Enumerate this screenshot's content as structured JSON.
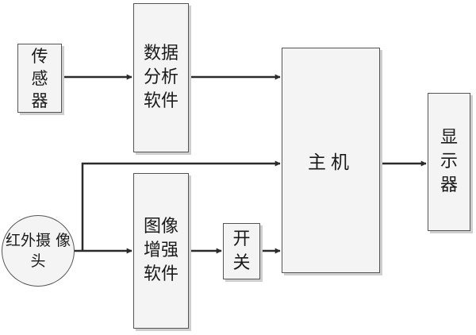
{
  "diagram": {
    "nodes": {
      "sensor": {
        "lines": [
          "传",
          "感",
          "器"
        ]
      },
      "data_analysis": {
        "lines": [
          "数据",
          "分析",
          "软件"
        ]
      },
      "host": {
        "label": "主机"
      },
      "display": {
        "lines": [
          "显",
          "示",
          "器"
        ]
      },
      "ir_camera": {
        "lines": [
          "红外摄",
          "像头"
        ]
      },
      "image_enhance": {
        "lines": [
          "图像",
          "增强",
          "软件"
        ]
      },
      "switch": {
        "lines": [
          "开",
          "关"
        ]
      }
    },
    "edges": [
      {
        "from": "sensor",
        "to": "data_analysis"
      },
      {
        "from": "data_analysis",
        "to": "host"
      },
      {
        "from": "ir_camera",
        "to": "host"
      },
      {
        "from": "ir_camera",
        "to": "image_enhance"
      },
      {
        "from": "image_enhance",
        "to": "switch"
      },
      {
        "from": "switch",
        "to": "host"
      },
      {
        "from": "host",
        "to": "display"
      }
    ],
    "colors": {
      "line": "#2b2b2b",
      "box_fill": "#f4f4f4",
      "box_border": "#555555",
      "shadow": "#cfcfcf"
    }
  }
}
